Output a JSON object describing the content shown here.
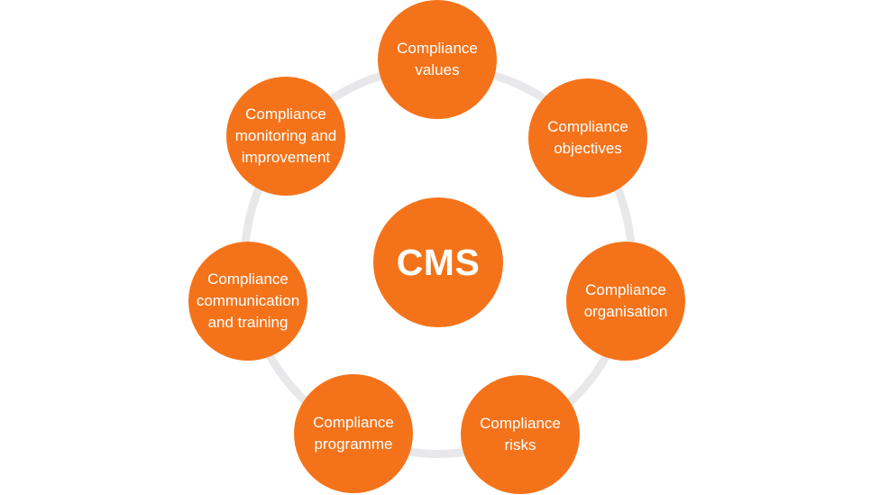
{
  "diagram": {
    "center": {
      "label": "CMS"
    },
    "nodes": [
      {
        "name": "compliance-values",
        "label": "Compliance\nvalues"
      },
      {
        "name": "compliance-objectives",
        "label": "Compliance\nobjectives"
      },
      {
        "name": "compliance-organisation",
        "label": "Compliance\norganisation"
      },
      {
        "name": "compliance-risks",
        "label": "Compliance\nrisks"
      },
      {
        "name": "compliance-programme",
        "label": "Compliance\nprogramme"
      },
      {
        "name": "compliance-communication-and-training",
        "label": "Compliance\ncommunication\nand training"
      },
      {
        "name": "compliance-monitoring-and-improvement",
        "label": "Compliance\nmonitoring and\nimprovement"
      }
    ],
    "colors": {
      "node_fill": "#F4731A",
      "ring": "#E8E8EA",
      "label_text": "#FFFFFF",
      "background": "#FFFFFF"
    }
  }
}
